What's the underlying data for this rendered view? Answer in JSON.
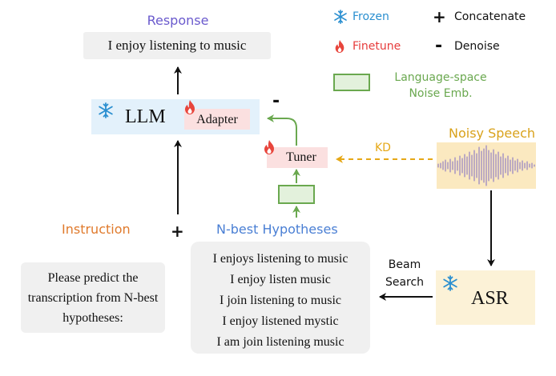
{
  "response": {
    "label": "Response",
    "text": "I enjoy listening to music"
  },
  "llm": {
    "label": "LLM",
    "adapter": "Adapter",
    "minus": "-"
  },
  "tuner": {
    "label": "Tuner"
  },
  "kd": {
    "label": "KD"
  },
  "noisy_speech": {
    "label": "Noisy Speech"
  },
  "asr": {
    "label": "ASR"
  },
  "beam_search": {
    "line1": "Beam",
    "line2": "Search"
  },
  "instruction": {
    "label": "Instruction",
    "plus": "+",
    "text": "Please predict the transcription from N-best hypotheses:"
  },
  "nbest": {
    "label": "N-best Hypotheses",
    "items": [
      "I enjoys listening to music",
      "I enjoy listen music",
      "I join listening to music",
      "I enjoy listened mystic",
      "I am join listening music"
    ]
  },
  "legend": {
    "frozen": "Frozen",
    "finetune": "Finetune",
    "concatenate_symbol": "+",
    "concatenate": "Concatenate",
    "denoise_symbol": "-",
    "denoise": "Denoise",
    "noise_emb_line1": "Language-space",
    "noise_emb_line2": "Noise Emb."
  },
  "colors": {
    "response_label": "#6a5acd",
    "instruction_label": "#e07a2c",
    "nbest_label": "#4a7fd4",
    "frozen_label": "#2a8fd0",
    "finetune_label": "#e63c3c",
    "green": "#6aa84f",
    "noisy_label": "#d9a21b",
    "kd": "#e6a817",
    "llm_bg": "#e3f1fb",
    "adapter_bg": "#fbe0e0",
    "asr_bg": "#fcf2d7",
    "gray_box": "#f0f0f0"
  },
  "icons": {
    "frozen": "snowflake-icon",
    "finetune": "fire-icon"
  }
}
